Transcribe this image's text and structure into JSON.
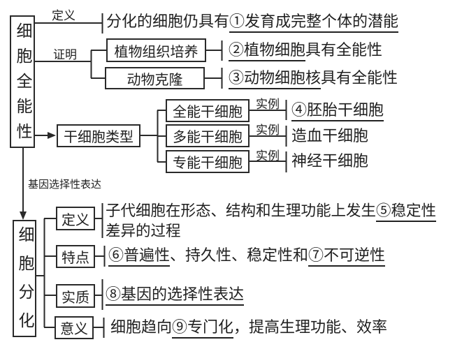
{
  "colors": {
    "ink": "#1f1f1f",
    "background": "#ffffff"
  },
  "totipotency": {
    "root": "细胞全能性",
    "definition": {
      "label": "定义",
      "prefix": "分化的细胞仍具有",
      "blank": "①发育成完整个体的潜能"
    },
    "proof": {
      "label": "证明",
      "items": [
        {
          "method": "植物组织培养",
          "blank": "②植物细胞",
          "rest": "具有全能性"
        },
        {
          "method": "动物克隆",
          "blank": "③动物细胞核",
          "rest": "具有全能性"
        }
      ]
    },
    "stem": {
      "box": "干细胞类型",
      "types": [
        {
          "name": "全能干细胞",
          "label": "实例",
          "example_blank": "④胚胎干细胞",
          "example": ""
        },
        {
          "name": "多能干细胞",
          "label": "实例",
          "example_blank": "",
          "example": "造血干细胞"
        },
        {
          "name": "专能干细胞",
          "label": "实例",
          "example_blank": "",
          "example": "神经干细胞"
        }
      ]
    },
    "transition": "基因选择性表达"
  },
  "differentiation": {
    "root": "细胞分化",
    "definition": {
      "label": "定义",
      "prefix": "子代细胞在形态、结构和生理功能上发生",
      "blank": "⑤稳定性",
      "line2": "差异的过程"
    },
    "features": {
      "label": "特点",
      "blank1": "⑥普遍性",
      "mid": "、持久性、稳定性和",
      "blank2": "⑦不可逆性"
    },
    "essence": {
      "label": "实质",
      "blank": "⑧基因的选择性表达"
    },
    "meaning": {
      "label": "意义",
      "prefix": "细胞趋向",
      "blank": "⑨专门化",
      "suffix": "，提高生理功能、效率"
    }
  }
}
